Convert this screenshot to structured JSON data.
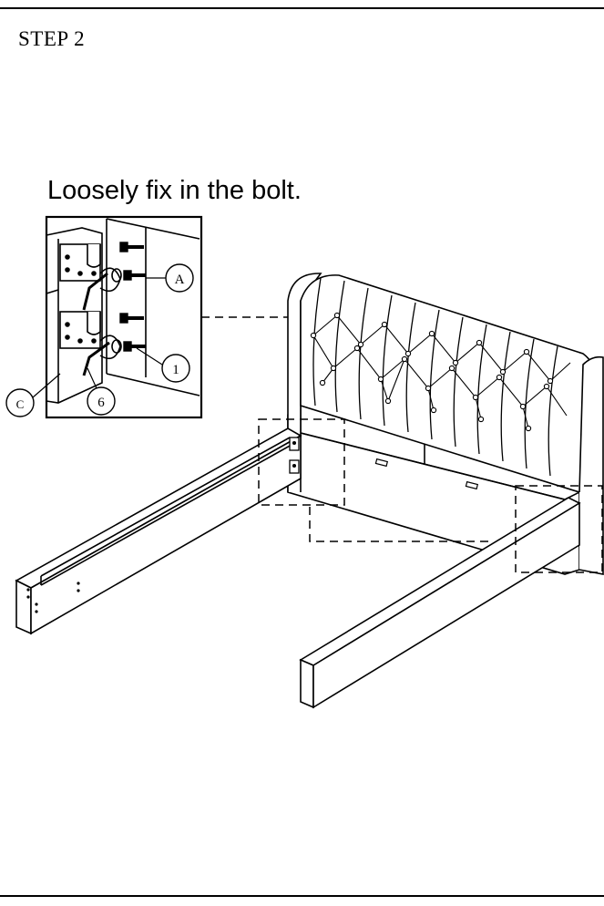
{
  "step": {
    "title": "STEP 2"
  },
  "instruction": "Loosely fix in the bolt.",
  "callouts": {
    "A": "A",
    "C": "C",
    "one": "1",
    "six": "6"
  }
}
